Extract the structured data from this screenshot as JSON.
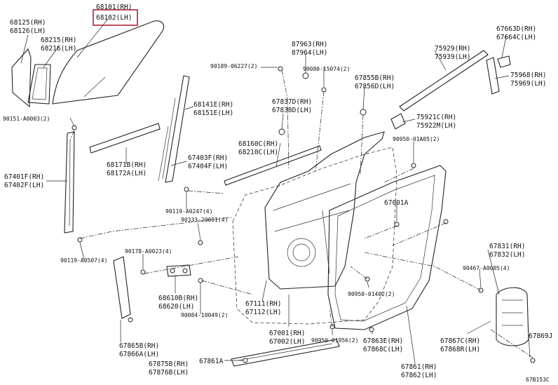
{
  "diagram": {
    "callouts": [
      {
        "id": "c68101",
        "lines": [
          "68101(RH)",
          "68102(LH)"
        ],
        "highlight": true
      },
      {
        "id": "c68125",
        "lines": [
          "68125(RH)",
          "68126(LH)"
        ]
      },
      {
        "id": "c68215",
        "lines": [
          "68215(RH)",
          "68216(LH)"
        ]
      },
      {
        "id": "c90151",
        "lines": [
          "90151-A0003(2)"
        ]
      },
      {
        "id": "c67401",
        "lines": [
          "67401F(RH)",
          "67402F(LH)"
        ]
      },
      {
        "id": "c90119a",
        "lines": [
          "90119-A0507(4)"
        ]
      },
      {
        "id": "c68171",
        "lines": [
          "68171B(RH)",
          "68172A(LH)"
        ]
      },
      {
        "id": "c68141",
        "lines": [
          "68141E(RH)",
          "68151E(LH)"
        ]
      },
      {
        "id": "c67403",
        "lines": [
          "67403F(RH)",
          "67404F(LH)"
        ]
      },
      {
        "id": "c90119b",
        "lines": [
          "90119-A0247(4)"
        ]
      },
      {
        "id": "c90333",
        "lines": [
          "90333-20001(4)"
        ]
      },
      {
        "id": "c90178",
        "lines": [
          "90178-A0023(4)"
        ]
      },
      {
        "id": "c68610",
        "lines": [
          "68610B(RH)",
          "68620(LH)"
        ]
      },
      {
        "id": "c90084",
        "lines": [
          "90084-10049(2)"
        ]
      },
      {
        "id": "c67865",
        "lines": [
          "67865B(RH)",
          "67866A(LH)"
        ]
      },
      {
        "id": "c67875",
        "lines": [
          "67875B(RH)",
          "67876B(LH)"
        ]
      },
      {
        "id": "c67861a",
        "lines": [
          "67861A"
        ]
      },
      {
        "id": "c90189",
        "lines": [
          "90189-06227(2)"
        ]
      },
      {
        "id": "c87963",
        "lines": [
          "87963(RH)",
          "87964(LH)"
        ]
      },
      {
        "id": "c90080",
        "lines": [
          "90080-15074(2)"
        ]
      },
      {
        "id": "c67837",
        "lines": [
          "67837D(RH)",
          "67838D(LH)"
        ]
      },
      {
        "id": "c68160",
        "lines": [
          "68160C(RH)",
          "68210C(LH)"
        ]
      },
      {
        "id": "c67855",
        "lines": [
          "67855B(RH)",
          "67856D(LH)"
        ]
      },
      {
        "id": "c75929",
        "lines": [
          "75929(RH)",
          "75939(LH)"
        ]
      },
      {
        "id": "c67663",
        "lines": [
          "67663D(RH)",
          "67664C(LH)"
        ]
      },
      {
        "id": "c75968",
        "lines": [
          "75968(RH)",
          "75969(LH)"
        ]
      },
      {
        "id": "c75921",
        "lines": [
          "75921C(RH)",
          "75922M(LH)"
        ]
      },
      {
        "id": "c90950a",
        "lines": [
          "90950-01A05(2)"
        ]
      },
      {
        "id": "c67001a",
        "lines": [
          "67001A"
        ]
      },
      {
        "id": "c67831",
        "lines": [
          "67831(RH)",
          "67832(LH)"
        ]
      },
      {
        "id": "c90467",
        "lines": [
          "90467-A0005(4)"
        ]
      },
      {
        "id": "c67111",
        "lines": [
          "67111(RH)",
          "67112(LH)"
        ]
      },
      {
        "id": "c90950b",
        "lines": [
          "90950-01402(2)"
        ]
      },
      {
        "id": "c67001",
        "lines": [
          "67001(RH)",
          "67002(LH)"
        ]
      },
      {
        "id": "c90950c",
        "lines": [
          "90950-01956(2)"
        ]
      },
      {
        "id": "c67863",
        "lines": [
          "67863E(RH)",
          "67868C(LH)"
        ]
      },
      {
        "id": "c67867",
        "lines": [
          "67867C(RH)",
          "67868R(LH)"
        ]
      },
      {
        "id": "c67869",
        "lines": [
          "67869J"
        ]
      },
      {
        "id": "c67861",
        "lines": [
          "67861(RH)",
          "67862(LH)"
        ]
      }
    ],
    "figure_code": "67B153C"
  }
}
